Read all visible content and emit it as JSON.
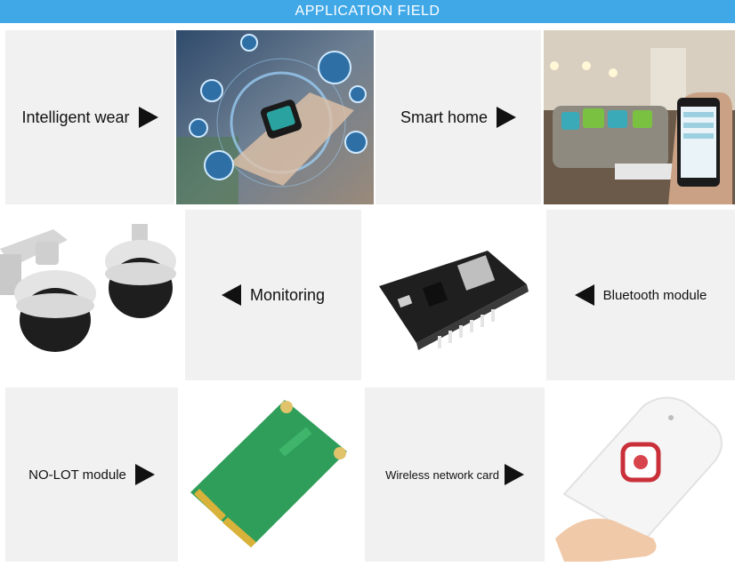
{
  "header": {
    "title": "APPLICATION FIELD"
  },
  "colors": {
    "header_bg": "#41a8e8",
    "panel_bg": "#f2f1f1"
  },
  "applications": [
    {
      "label": "Intelligent wear",
      "arrow": "right-arrow-icon",
      "image": "smartwatch-icon"
    },
    {
      "label": "Smart home",
      "arrow": "right-arrow-icon",
      "image": "living-room-phone-icon"
    },
    {
      "label": "Monitoring",
      "arrow": "left-arrow-icon",
      "image": "dome-camera-icon"
    },
    {
      "label": "Bluetooth module",
      "arrow": "left-arrow-icon",
      "image": "dev-board-icon"
    },
    {
      "label": "NO-LOT module",
      "arrow": "right-arrow-icon",
      "image": "mini-pcie-card-icon"
    },
    {
      "label": "Wireless network card",
      "arrow": "right-arrow-icon",
      "image": "mifi-router-icon"
    }
  ]
}
